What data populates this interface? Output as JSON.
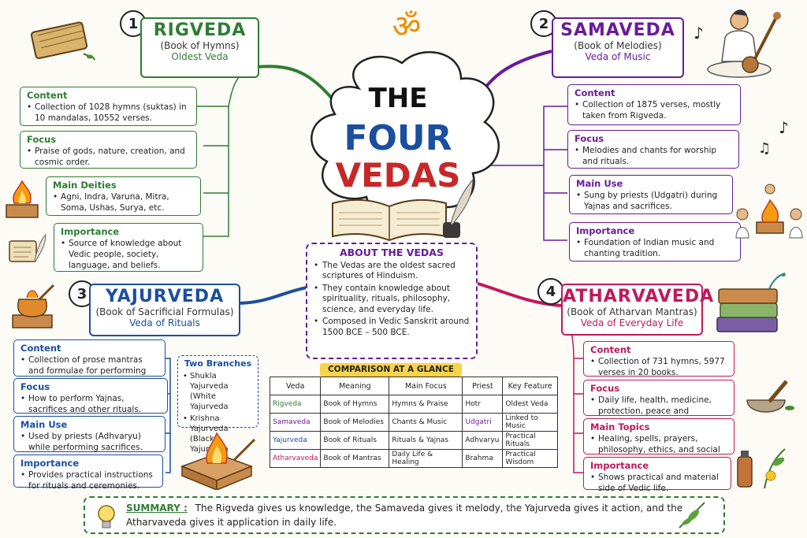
{
  "om_symbol": "ॐ",
  "center": {
    "line1": "THE",
    "line2": "FOUR",
    "line3": "VEDAS"
  },
  "rigveda": {
    "num": "1",
    "title": "RIGVEDA",
    "subtitle": "(Book of Hymns)",
    "tag": "Oldest Veda",
    "boxes": [
      {
        "heading": "Content",
        "items": [
          "Collection of 1028 hymns (suktas) in 10 mandalas, 10552 verses."
        ]
      },
      {
        "heading": "Focus",
        "items": [
          "Praise of gods, nature, creation, and cosmic order."
        ]
      },
      {
        "heading": "Main Deities",
        "items": [
          "Agni, Indra, Varuna, Mitra, Soma, Ushas, Surya, etc."
        ]
      },
      {
        "heading": "Importance",
        "items": [
          "Source of knowledge about Vedic people, society, language, and beliefs."
        ]
      }
    ]
  },
  "samaveda": {
    "num": "2",
    "title": "SAMAVEDA",
    "subtitle": "(Book of Melodies)",
    "tag": "Veda of Music",
    "boxes": [
      {
        "heading": "Content",
        "items": [
          "Collection of 1875 verses, mostly taken from Rigveda."
        ]
      },
      {
        "heading": "Focus",
        "items": [
          "Melodies and chants for worship and rituals."
        ]
      },
      {
        "heading": "Main Use",
        "items": [
          "Sung by priests (Udgatri) during Yajnas and sacrifices."
        ]
      },
      {
        "heading": "Importance",
        "items": [
          "Foundation of Indian music and chanting tradition."
        ]
      }
    ]
  },
  "yajurveda": {
    "num": "3",
    "title": "YAJURVEDA",
    "subtitle": "(Book of Sacrificial Formulas)",
    "tag": "Veda of Rituals",
    "boxes": [
      {
        "heading": "Content",
        "items": [
          "Collection of prose mantras and formulae for performing rituals."
        ]
      },
      {
        "heading": "Focus",
        "items": [
          "How to perform Yajnas, sacrifices and other rituals."
        ]
      },
      {
        "heading": "Main Use",
        "items": [
          "Used by priests (Adhvaryu) while performing sacrifices."
        ]
      },
      {
        "heading": "Importance",
        "items": [
          "Provides practical instructions for rituals and ceremonies."
        ]
      }
    ],
    "branches": {
      "heading": "Two Branches",
      "items": [
        "Shukla Yajurveda (White Yajurveda",
        "Krishna Yajurveda (Black Yajurveda"
      ]
    }
  },
  "atharvaveda": {
    "num": "4",
    "title": "ATHARVAVEDA",
    "subtitle": "(Book of Atharvan Mantras)",
    "tag": "Veda of Everyday Life",
    "boxes": [
      {
        "heading": "Content",
        "items": [
          "Collection of 731 hymns, 5977 verses in 20 books."
        ]
      },
      {
        "heading": "Focus",
        "items": [
          "Daily life, health, medicine, protection, peace and prosperity."
        ]
      },
      {
        "heading": "Main Topics",
        "items": [
          "Healing, spells, prayers, philosophy, ethics, and social well-being."
        ]
      },
      {
        "heading": "Importance",
        "items": [
          "Shows practical and material side of Vedic life."
        ]
      }
    ]
  },
  "about": {
    "heading": "ABOUT THE VEDAS",
    "items": [
      "The Vedas are the oldest sacred scriptures of Hinduism.",
      "They contain knowledge about spirituality, rituals, philosophy, science, and everyday life.",
      "Composed in Vedic Sanskrit around 1500 BCE – 500 BCE."
    ]
  },
  "comparison": {
    "title": "COMPARISON AT A GLANCE",
    "headers": [
      "Veda",
      "Meaning",
      "Main Focus",
      "Priest",
      "Key Feature"
    ],
    "rows": [
      [
        "Rigveda",
        "Book of Hymns",
        "Hymns & Praise",
        "Hotr",
        "Oldest Veda"
      ],
      [
        "Samaveda",
        "Book of Melodies",
        "Chants & Music",
        "Udgatri",
        "Linked to Music"
      ],
      [
        "Yajurveda",
        "Book of Rituals",
        "Rituals & Yajnas",
        "Adhvaryu",
        "Practical Rituals"
      ],
      [
        "Atharvaveda",
        "Book of Mantras",
        "Daily Life & Healing",
        "Brahma",
        "Practical Wisdom"
      ]
    ]
  },
  "summary": {
    "label": "SUMMARY :",
    "text": "The Rigveda gives us knowledge, the Samaveda gives it melody, the Yajurveda gives it action, and the Atharvaveda gives it application in daily life."
  },
  "colors": {
    "rig": "#2e7d32",
    "sama": "#6a1b9a",
    "yajur": "#1a4fa0",
    "athar": "#c2185b",
    "om": "#f08c00"
  }
}
